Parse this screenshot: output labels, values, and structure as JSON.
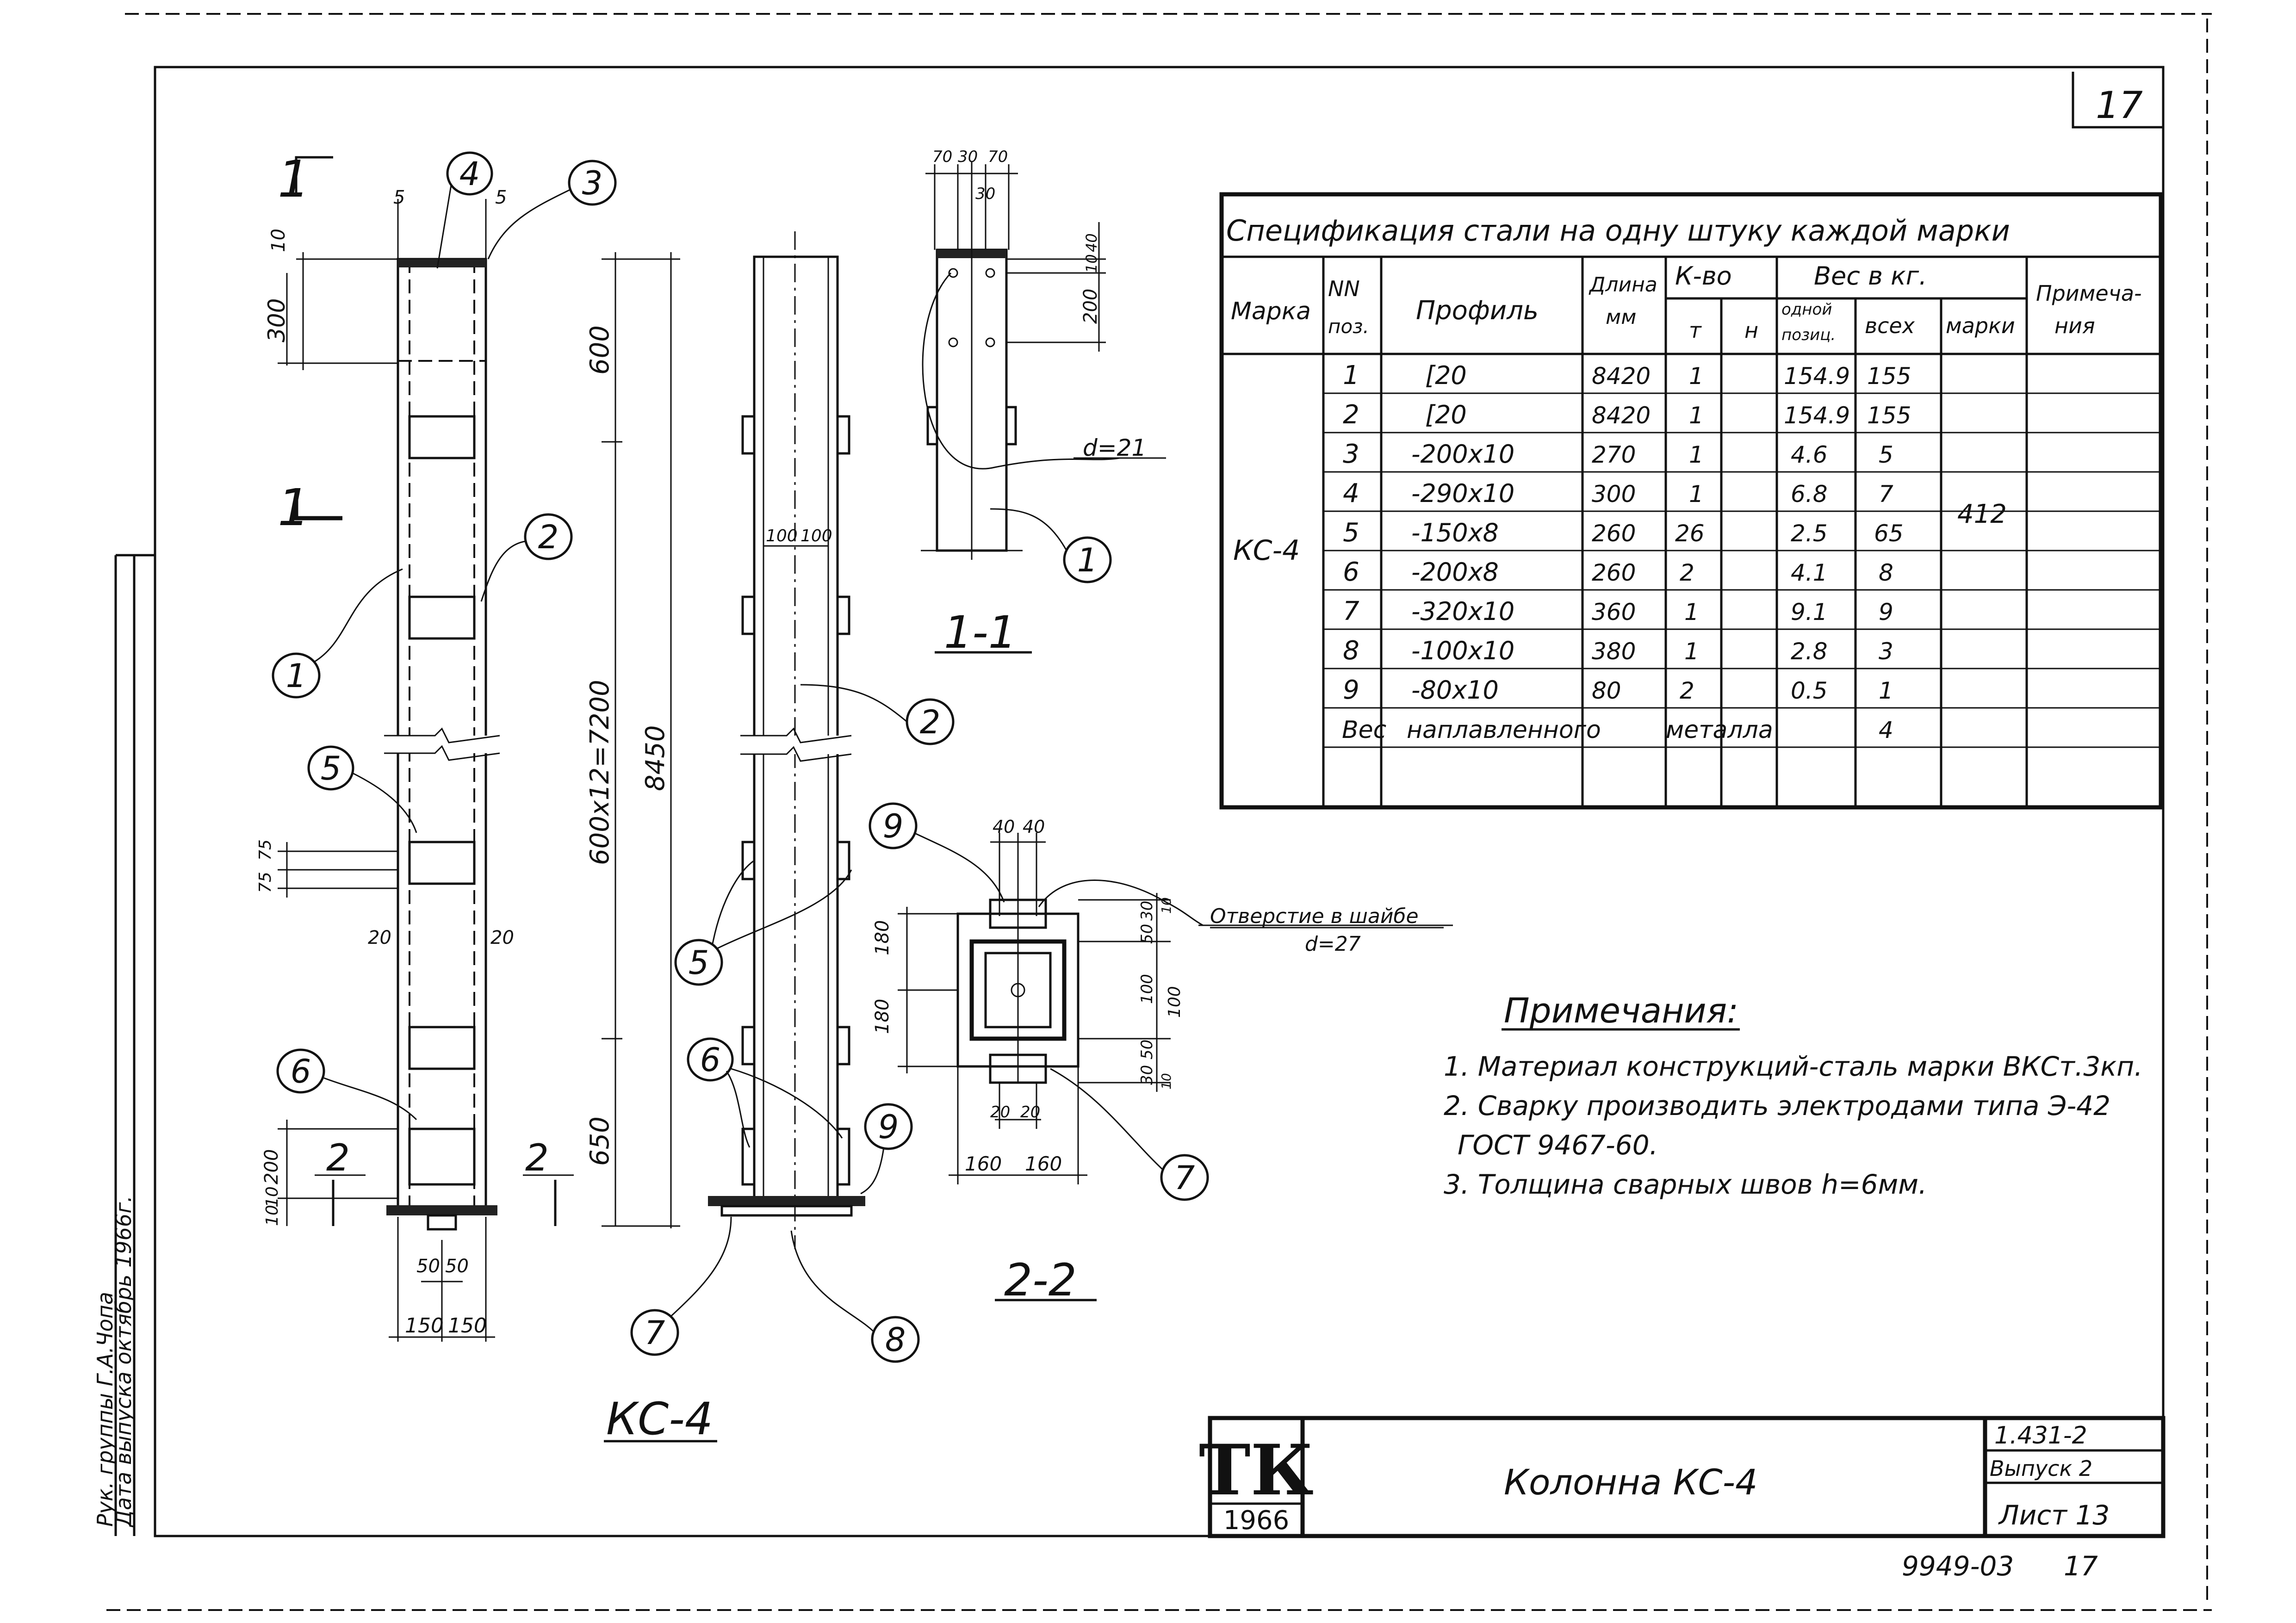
{
  "sheet_number_top": "17",
  "spec": {
    "title": "Спецификация стали на одну штуку каждой марки",
    "headers": {
      "mark": "Марка",
      "pos": [
        "NN",
        "поз."
      ],
      "profile": "Профиль",
      "length": [
        "Длина",
        "мм"
      ],
      "qty": "К-во",
      "qty_t": "т",
      "qty_n": "н",
      "weight": "Вес в кг.",
      "w_one": [
        "одной",
        "позиц."
      ],
      "w_all": "всех",
      "w_mark": "марки",
      "note": [
        "Примеча-",
        "ния"
      ]
    },
    "mark": "КС-4",
    "rows": [
      {
        "pos": "1",
        "profile": "[20",
        "length": "8420",
        "t": "1",
        "n": "",
        "one": "154.9",
        "all": "155"
      },
      {
        "pos": "2",
        "profile": "[20",
        "length": "8420",
        "t": "1",
        "n": "",
        "one": "154.9",
        "all": "155"
      },
      {
        "pos": "3",
        "profile": "-200x10",
        "length": "270",
        "t": "1",
        "n": "",
        "one": "4.6",
        "all": "5"
      },
      {
        "pos": "4",
        "profile": "-290x10",
        "length": "300",
        "t": "1",
        "n": "",
        "one": "6.8",
        "all": "7"
      },
      {
        "pos": "5",
        "profile": "-150x8",
        "length": "260",
        "t": "26",
        "n": "",
        "one": "2.5",
        "all": "65"
      },
      {
        "pos": "6",
        "profile": "-200x8",
        "length": "260",
        "t": "2",
        "n": "",
        "one": "4.1",
        "all": "8"
      },
      {
        "pos": "7",
        "profile": "-320x10",
        "length": "360",
        "t": "1",
        "n": "",
        "one": "9.1",
        "all": "9"
      },
      {
        "pos": "8",
        "profile": "-100x10",
        "length": "380",
        "t": "1",
        "n": "",
        "one": "2.8",
        "all": "3"
      },
      {
        "pos": "9",
        "profile": "-80x10",
        "length": "80",
        "t": "2",
        "n": "",
        "one": "0.5",
        "all": "1"
      }
    ],
    "weld_row": {
      "label_a": "Вес",
      "label_b": "наплавленного",
      "label_c": "металла",
      "all": "4"
    },
    "mark_total": "412"
  },
  "notes": {
    "title": "Примечания:",
    "items": [
      "1. Материал конструкций-сталь марки ВКСт.3кп.",
      "2. Сварку производить электродами типа Э-42",
      "ГОСТ 9467-60.",
      "3. Толщина сварных швов h=6мм."
    ]
  },
  "hole_note": {
    "title": "Отверстие в шайбе",
    "d": "d=27"
  },
  "hole_d21": "d=21",
  "views": {
    "main_label": "КС-4",
    "section_11": "1-1",
    "section_22": "2-2",
    "cut1": "1",
    "cut2": "2"
  },
  "dims": {
    "d5a": "5",
    "d5b": "5",
    "d10": "10",
    "d300": "300",
    "d600": "600",
    "d600x12": "600x12=7200",
    "d8450": "8450",
    "d75a": "75",
    "d75b": "75",
    "d20a": "20",
    "d20b": "20",
    "d650": "650",
    "d200": "200",
    "d10b": "10",
    "d10c": "10",
    "d50a": "50",
    "d50b": "50",
    "d150a": "150",
    "d150b": "150",
    "s70a": "70",
    "s30a": "30",
    "s70b": "70",
    "s30b": "30",
    "s40": "40",
    "s10": "10",
    "s200": "200",
    "c100a": "100",
    "c100b": "100",
    "b40a": "40",
    "b40b": "40",
    "b180a": "180",
    "b180b": "180",
    "b30a": "30",
    "b50a": "50",
    "b100": "100",
    "b100b": "100",
    "b50b": "50",
    "b30b": "30",
    "b10a": "10",
    "b10b": "10",
    "b20a": "20",
    "b20b": "20",
    "b160a": "160",
    "b160b": "160",
    "b2": "2-2"
  },
  "callouts": [
    "1",
    "2",
    "3",
    "4",
    "5",
    "6",
    "7",
    "8",
    "9"
  ],
  "title_block": {
    "logo": "ТК",
    "year": "1966",
    "title": "Колонна КС-4",
    "series": "1.431-2",
    "issue": "Выпуск 2",
    "sheet": "Лист 13"
  },
  "side_stamp": {
    "line1": "Рук. группы Г.А.Чопа",
    "line2": "Дата выпуска октябрь 1966г."
  },
  "bottom_code": "9949-03",
  "bottom_sheet": "17"
}
